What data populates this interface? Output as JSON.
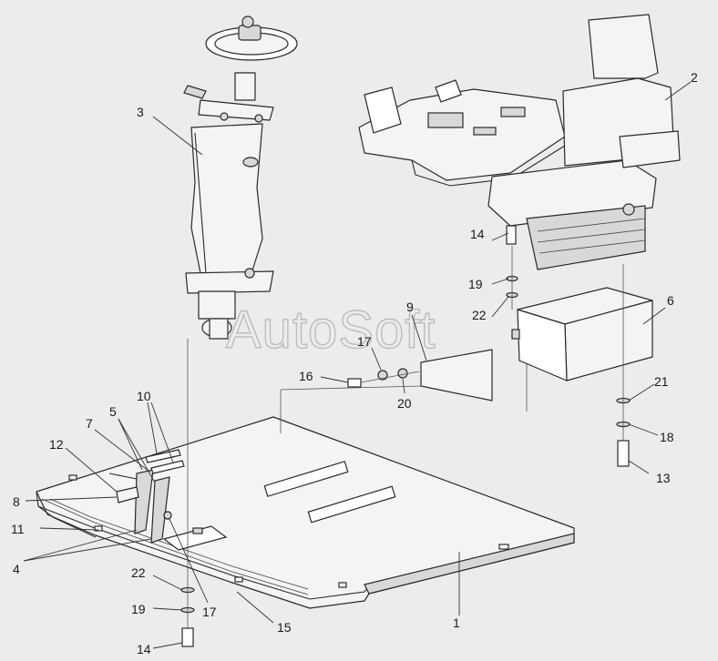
{
  "watermark": "AutoSoft",
  "callouts": [
    {
      "id": "c1",
      "text": "1"
    },
    {
      "id": "c2",
      "text": "2"
    },
    {
      "id": "c3",
      "text": "3"
    },
    {
      "id": "c4",
      "text": "4"
    },
    {
      "id": "c5",
      "text": "5"
    },
    {
      "id": "c6",
      "text": "6"
    },
    {
      "id": "c7",
      "text": "7"
    },
    {
      "id": "c8",
      "text": "8"
    },
    {
      "id": "c9",
      "text": "9"
    },
    {
      "id": "c10",
      "text": "10"
    },
    {
      "id": "c11",
      "text": "11"
    },
    {
      "id": "c12",
      "text": "12"
    },
    {
      "id": "c13",
      "text": "13"
    },
    {
      "id": "c14a",
      "text": "14"
    },
    {
      "id": "c14b",
      "text": "14"
    },
    {
      "id": "c15",
      "text": "15"
    },
    {
      "id": "c16",
      "text": "16"
    },
    {
      "id": "c17a",
      "text": "17"
    },
    {
      "id": "c17b",
      "text": "17"
    },
    {
      "id": "c18",
      "text": "18"
    },
    {
      "id": "c19a",
      "text": "19"
    },
    {
      "id": "c19b",
      "text": "19"
    },
    {
      "id": "c20",
      "text": "20"
    },
    {
      "id": "c21",
      "text": "21"
    },
    {
      "id": "c22a",
      "text": "22"
    },
    {
      "id": "c22b",
      "text": "22"
    }
  ]
}
